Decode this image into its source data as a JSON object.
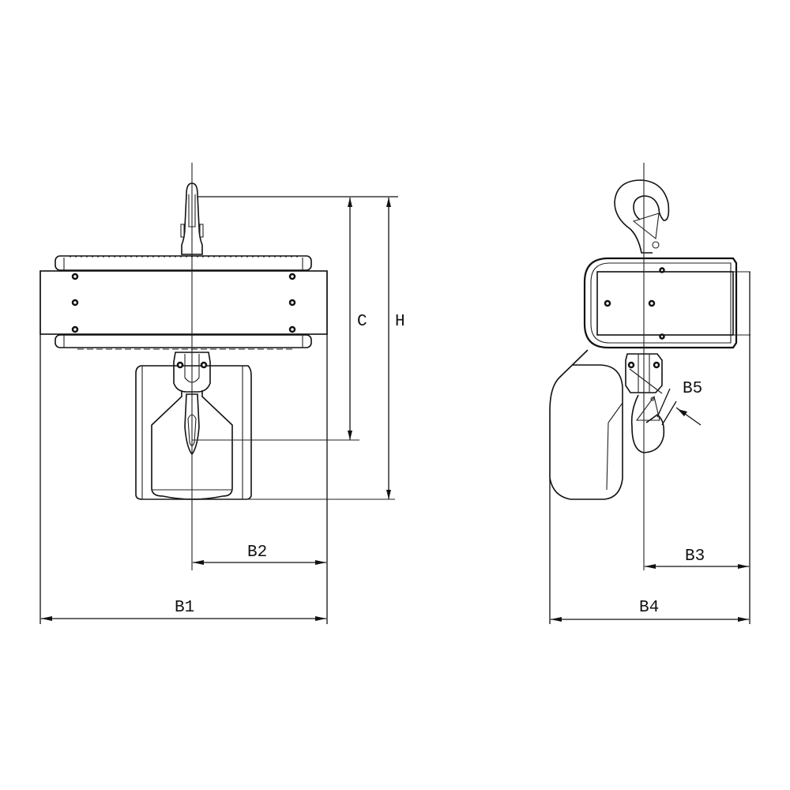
{
  "drawing": {
    "subject": "Chain hoist dimensional drawing",
    "views": [
      "front-view",
      "side-view"
    ]
  },
  "front_view": {
    "dimensions": {
      "C": "C",
      "H": "H",
      "B1": "B1",
      "B2": "B2"
    }
  },
  "side_view": {
    "dimensions": {
      "B3": "B3",
      "B4": "B4",
      "B5": "B5"
    }
  },
  "colors": {
    "line": "#111111",
    "background": "#ffffff"
  }
}
